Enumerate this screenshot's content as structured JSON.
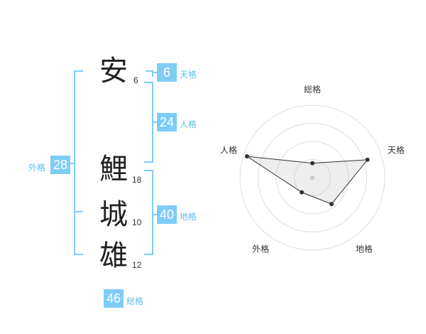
{
  "name": {
    "chars": [
      {
        "char": "安",
        "strokes": "6"
      },
      {
        "char": "鯉",
        "strokes": "18"
      },
      {
        "char": "城",
        "strokes": "10"
      },
      {
        "char": "雄",
        "strokes": "12"
      }
    ]
  },
  "fortune": {
    "tenkaku": {
      "value": "6",
      "label": "天格"
    },
    "jinkaku": {
      "value": "24",
      "label": "人格"
    },
    "chikaku": {
      "value": "40",
      "label": "地格"
    },
    "gaikaku": {
      "value": "28",
      "label": "外格"
    },
    "soukaku": {
      "value": "46",
      "label": "総格"
    }
  },
  "colors": {
    "accent": "#7fccf7",
    "accent_text": "#5bbdf0",
    "bracket": "#7fccf7"
  },
  "chart_data": {
    "type": "radar",
    "axes": [
      "総格",
      "天格",
      "地格",
      "外格",
      "人格"
    ],
    "values": [
      0.2,
      0.8,
      0.45,
      0.25,
      0.95
    ],
    "rings": 4,
    "grid": true
  }
}
